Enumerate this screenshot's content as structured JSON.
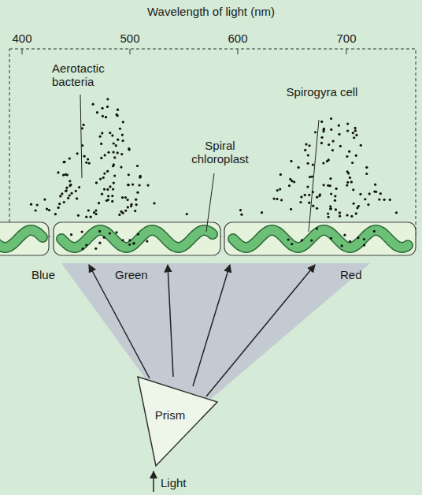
{
  "diagram": {
    "nodes": [
      {
        "text": [
          "Prism"
        ]
      }
    ],
    "labels": [
      "Wavelength of light (nm)",
      "400",
      "500",
      "600",
      "700",
      "Aerotactic bacteria",
      "Spiral chloroplast",
      "Spirogyra cell",
      "Blue",
      "Green",
      "Red",
      "Light"
    ]
  }
}
